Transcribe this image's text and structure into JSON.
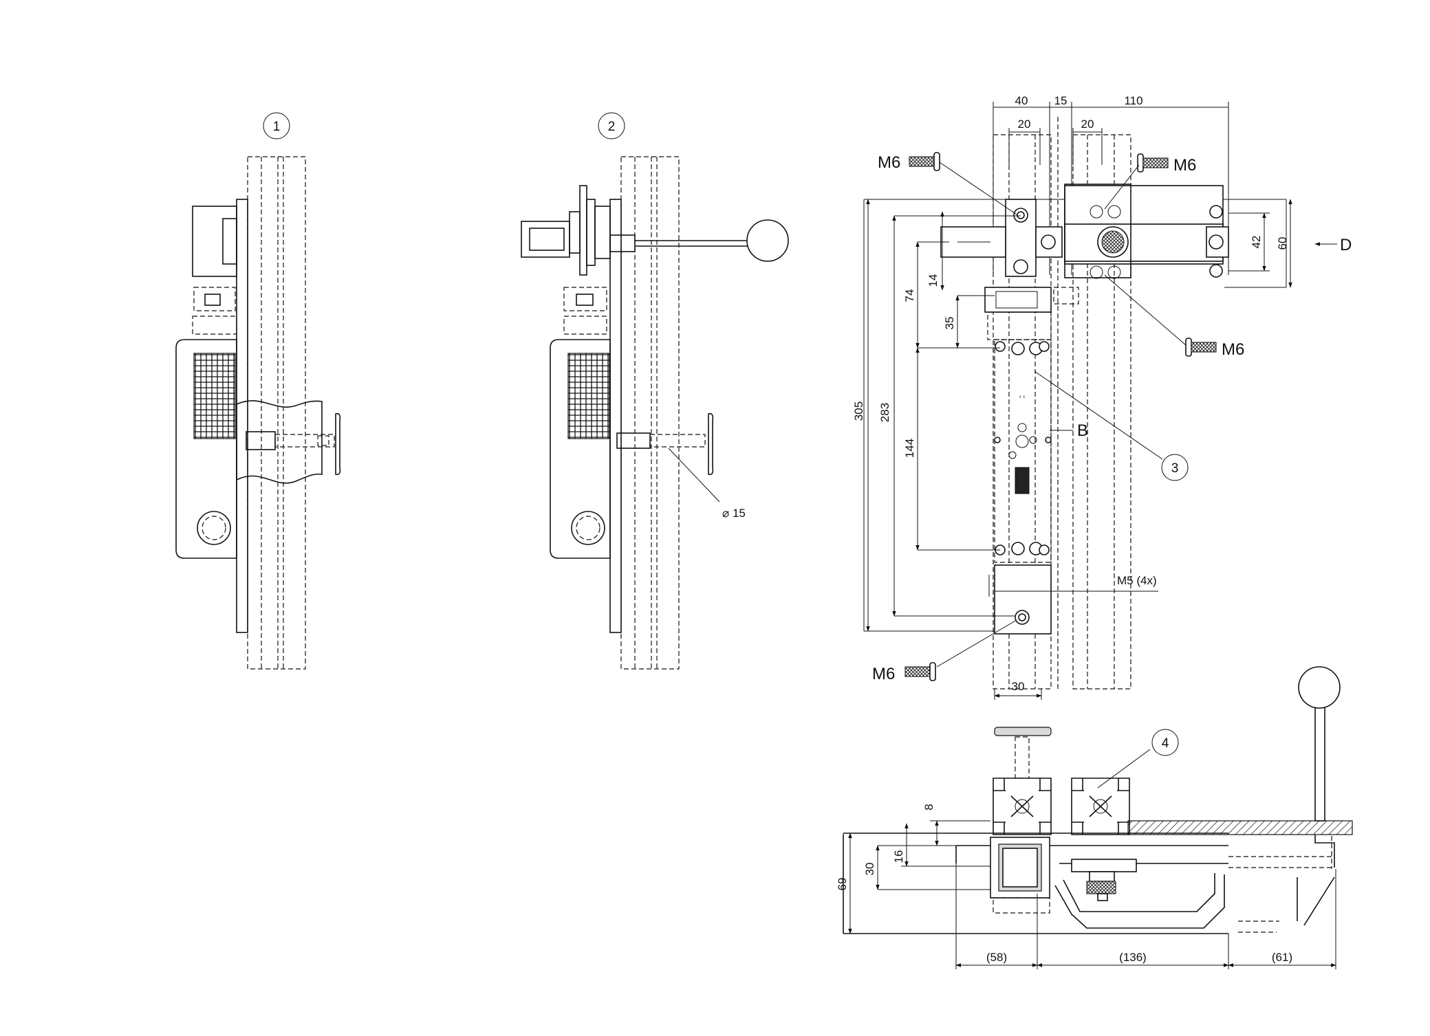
{
  "view_markers": {
    "v1": "1",
    "v2": "2",
    "v3": "3",
    "v4": "4"
  },
  "labels": {
    "dia15": "⌀ 15",
    "m6_a": "M6",
    "m6_b": "M6",
    "m6_c": "M6",
    "m6_d": "M6",
    "m5": "M5 (4x)",
    "b": "B",
    "d": "D"
  },
  "dims": {
    "d40": "40",
    "d15": "15",
    "d110": "110",
    "d20a": "20",
    "d20b": "20",
    "d42": "42",
    "d60": "60",
    "d305": "305",
    "d283": "283",
    "d74": "74",
    "d14": "14",
    "d35": "35",
    "d144": "144",
    "d30top": "30",
    "d8": "8",
    "d16": "16",
    "d30": "30",
    "d69": "69",
    "d58": "(58)",
    "d136": "(136)",
    "d61": "(61)"
  }
}
